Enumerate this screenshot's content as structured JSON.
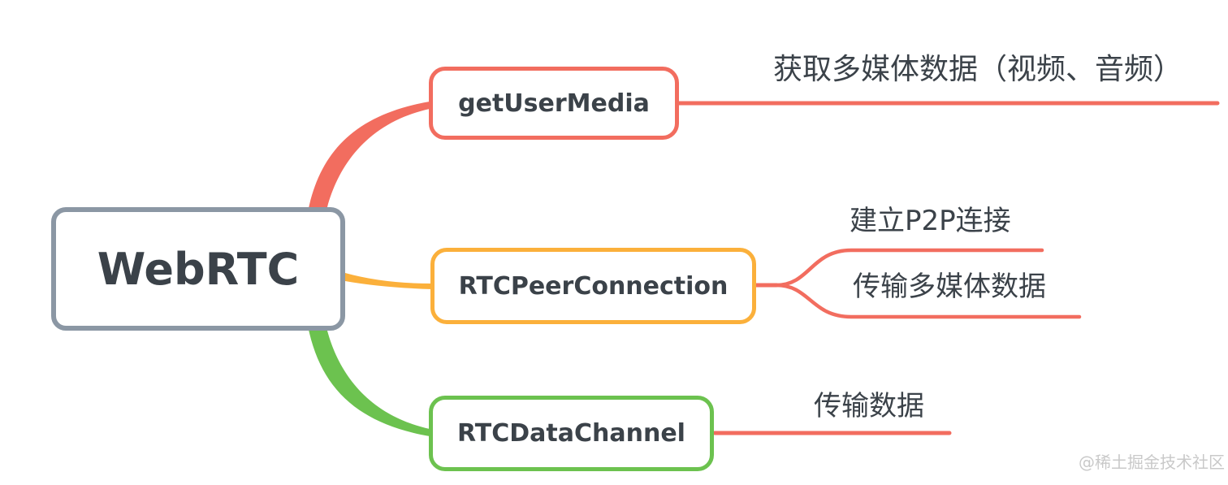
{
  "colors": {
    "root_border": "#8b97a4",
    "branch_red": "#f26d5f",
    "branch_yellow": "#fbb03b",
    "branch_green": "#6cc24f",
    "text_dark": "#3b4249",
    "watermark_gray": "#c9c9c9",
    "background": "#ffffff"
  },
  "root": {
    "label": "WebRTC"
  },
  "branches": [
    {
      "label": "getUserMedia",
      "annotation": "获取多媒体数据（视频、音频）"
    },
    {
      "label": "RTCPeerConnection",
      "children": [
        {
          "label": "建立P2P连接"
        },
        {
          "label": "传输多媒体数据"
        }
      ]
    },
    {
      "label": "RTCDataChannel",
      "annotation": "传输数据"
    }
  ],
  "watermark": "@稀土掘金技术社区"
}
